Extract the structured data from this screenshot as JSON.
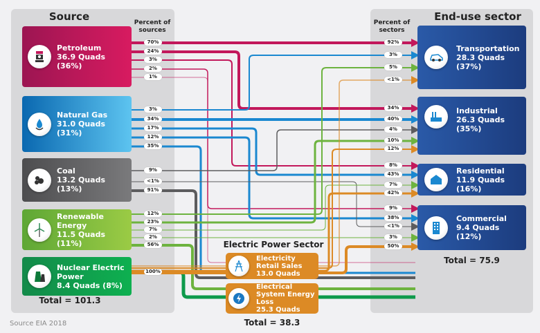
{
  "source": {
    "title": "Source",
    "percent_header": "Percent of sources",
    "total": "Total = 101.3",
    "items": [
      {
        "name": "Petroleum",
        "value": "36.9 Quads (36%)",
        "icon": "oil-barrel-icon",
        "color": "#c2185b",
        "percents": [
          "70%",
          "24%",
          "3%",
          "2%",
          "1%"
        ]
      },
      {
        "name": "Natural Gas",
        "value": "31.0 Quads (31%)",
        "icon": "gas-flame-icon",
        "color": "#1a88d0",
        "percents": [
          "3%",
          "34%",
          "17%",
          "12%",
          "35%"
        ]
      },
      {
        "name": "Coal",
        "value": "13.2 Quads (13%)",
        "icon": "coal-icon",
        "color": "#5c5c5e",
        "percents": [
          "9%",
          "<1%",
          "91%"
        ]
      },
      {
        "name": "Renewable Energy",
        "value": "11.5 Quads (11%)",
        "icon": "wind-turbine-icon",
        "color": "#6db33f",
        "percents": [
          "12%",
          "23%",
          "7%",
          "2%",
          "56%"
        ]
      },
      {
        "name": "Nuclear Electric Power",
        "value": "8.4 Quads (8%)",
        "icon": "cooling-tower-icon",
        "color": "#0e9a4b",
        "percents": [
          "100%"
        ]
      }
    ]
  },
  "end_use": {
    "title": "End-use sector",
    "percent_header": "Percent of sectors",
    "total": "Total = 75.9",
    "items": [
      {
        "name": "Transportation",
        "value": "28.3 Quads (37%)",
        "icon": "electric-car-icon",
        "percents": [
          "92%",
          "3%",
          "5%",
          "<1%"
        ]
      },
      {
        "name": "Industrial",
        "value": "26.3 Quads (35%)",
        "icon": "factory-icon",
        "percents": [
          "34%",
          "40%",
          "4%",
          "10%",
          "12%"
        ]
      },
      {
        "name": "Residential",
        "value": "11.9 Quads (16%)",
        "icon": "house-icon",
        "percents": [
          "8%",
          "43%",
          "7%",
          "42%"
        ]
      },
      {
        "name": "Commercial",
        "value": "9.4 Quads (12%)",
        "icon": "office-building-icon",
        "percents": [
          "9%",
          "38%",
          "<1%",
          "3%",
          "50%"
        ]
      }
    ]
  },
  "electric": {
    "title": "Electric Power Sector",
    "total": "Total = 38.3",
    "items": [
      {
        "name": "Electricity Retail Sales",
        "value": "13.0 Quads",
        "icon": "power-tower-icon"
      },
      {
        "name": "Electrical System Energy Loss",
        "value": "25.3 Quads",
        "icon": "lightning-icon"
      }
    ]
  },
  "colors": {
    "petroleum": "#c2185b",
    "gas": "#1a88d0",
    "coal": "#5c5c5e",
    "renewable": "#6db33f",
    "nuclear": "#0e9a4b",
    "electric": "#dc8a25",
    "enduse": "#1f4a92"
  },
  "footer": "Source EIA 2018"
}
